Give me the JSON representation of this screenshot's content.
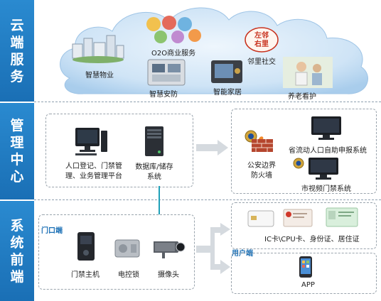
{
  "sections": [
    {
      "id": "cloud",
      "chars": [
        "云",
        "端",
        "服",
        "务"
      ]
    },
    {
      "id": "mgmt",
      "chars": [
        "管",
        "理",
        "中",
        "心"
      ]
    },
    {
      "id": "front",
      "chars": [
        "系",
        "统",
        "前",
        "端"
      ]
    }
  ],
  "cloud": {
    "o2o": "O2O商业服务",
    "property": "智慧物业",
    "security": "智慧安防",
    "home": "智能家居",
    "social": "邻里社交",
    "elder": "养老看护"
  },
  "mgmt": {
    "platform_line1": "人口登记、门禁管",
    "platform_line2": "理、业务管理平台",
    "db_line1": "数据库/储存",
    "db_line2": "系统",
    "firewall_line1": "公安边界",
    "firewall_line2": "防火墙",
    "floating": "省流动人口自助申报系统",
    "video": "市视频门禁系统"
  },
  "front": {
    "door_end": "门口端",
    "host": "门禁主机",
    "lock": "电控锁",
    "camera": "摄像头",
    "user_end": "用户端",
    "cards": "IC卡\\CPU卡、身份证、居住证",
    "app": "APP"
  },
  "colors": {
    "accent": "#1a6fb5",
    "sidebar": "#2a8ad0",
    "cloud": "#cfe4f6"
  }
}
